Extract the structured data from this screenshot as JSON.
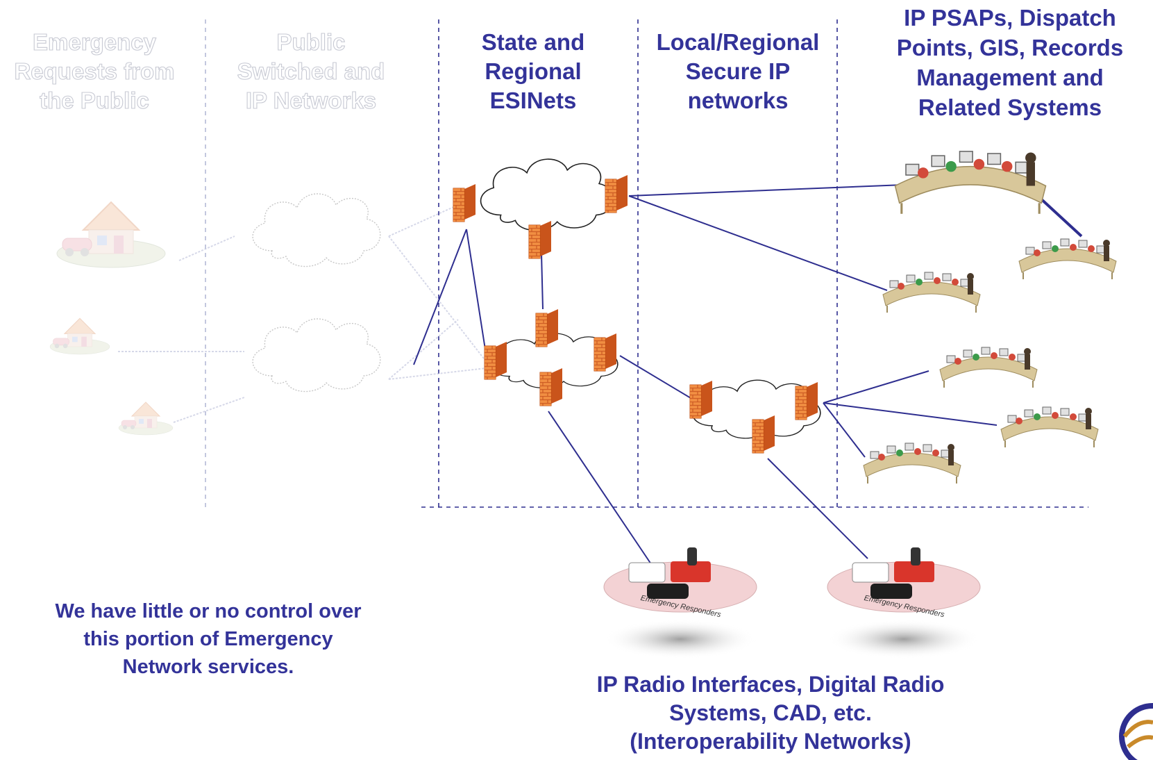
{
  "columns": {
    "public_requests": "Emergency\nRequests from\nthe Public",
    "public_networks": "Public\nSwitched and\nIP Networks",
    "state_esinets": "State and\nRegional\nESINets",
    "local_networks": "Local/Regional\nSecure  IP\nnetworks",
    "psaps": "IP PSAPs, Dispatch\nPoints, GIS, Records\nManagement and\nRelated Systems"
  },
  "notes": {
    "control": "We have little or no control over\nthis portion of Emergency\nNetwork services.",
    "radio": "IP Radio Interfaces, Digital Radio\nSystems, CAD, etc.\n(Interoperability Networks)"
  },
  "responder_label": "Emergency Responders",
  "colors": {
    "text": "#333399",
    "line": "#2e2e8f",
    "faded_line": "#b4b9d6",
    "firewall": "#f08a3c",
    "firewall_mortar": "#c9541b",
    "faded_text_stroke": "#c7c9d3"
  },
  "icons": {
    "firewall": "brick-firewall-icon",
    "cloud": "cloud-network-icon",
    "house": "house-icon",
    "dispatch": "dispatch-console-icon",
    "responders": "emergency-responders-icon",
    "logo": "emblem-logo"
  }
}
